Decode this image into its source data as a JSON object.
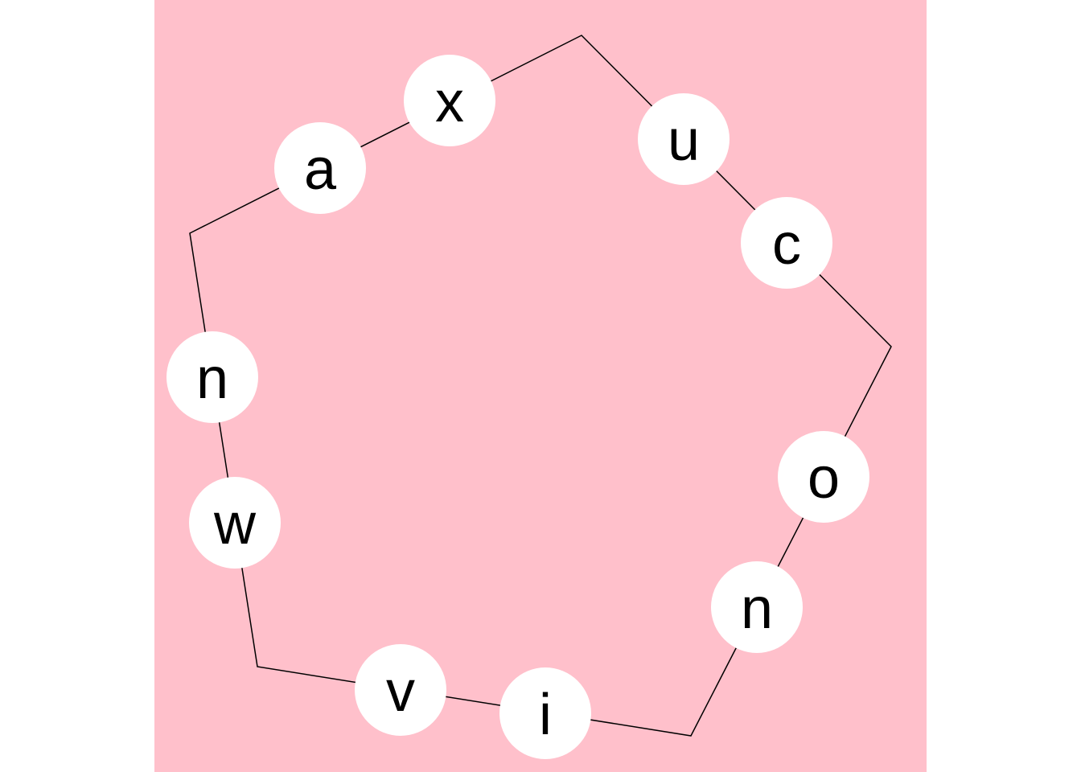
{
  "diagram": {
    "background_color": "#FFC0CB",
    "edge_color": "#000000",
    "node_fill": "#FFFFFF",
    "nodes": [
      {
        "label": "x"
      },
      {
        "label": "u"
      },
      {
        "label": "c"
      },
      {
        "label": "o"
      },
      {
        "label": "n"
      },
      {
        "label": "i"
      },
      {
        "label": "v"
      },
      {
        "label": "w"
      },
      {
        "label": "n"
      },
      {
        "label": "a"
      }
    ]
  }
}
